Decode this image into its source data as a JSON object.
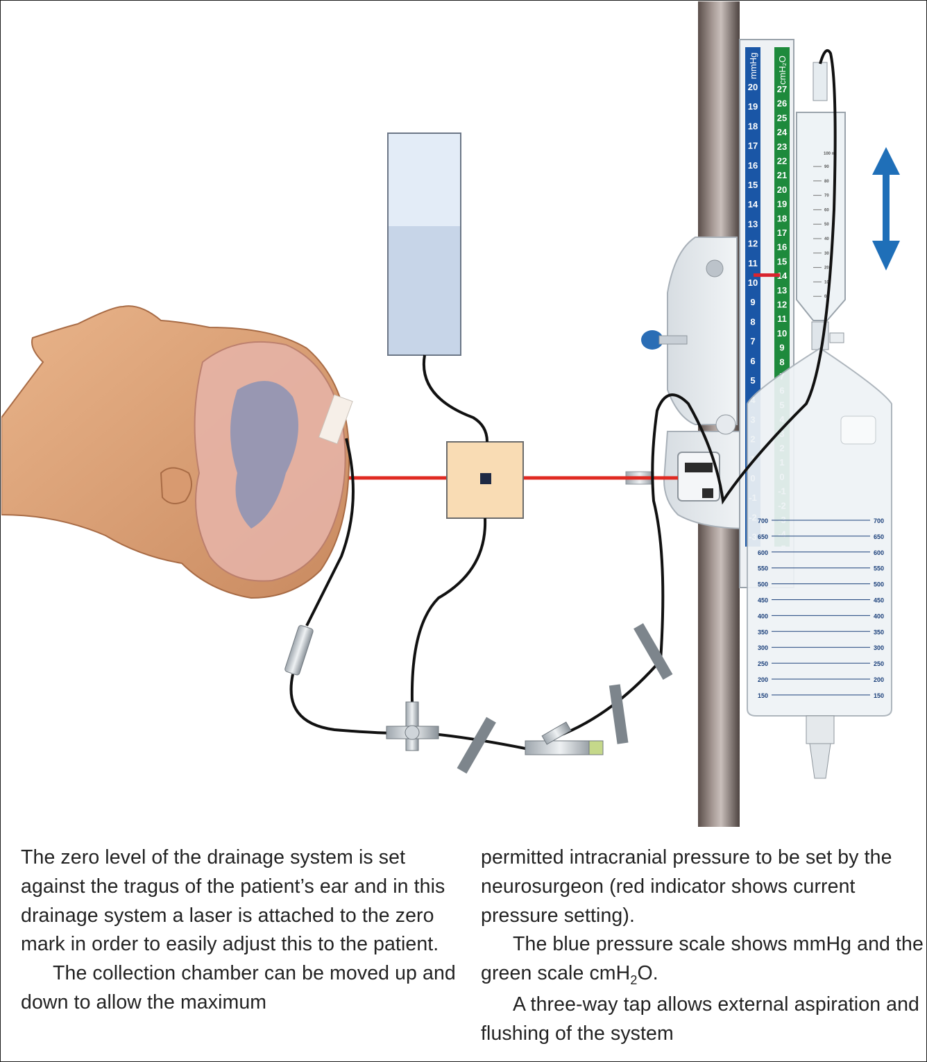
{
  "scales": {
    "mmhg": {
      "unit": "mmHg",
      "color": "#1a56a6",
      "values": [
        "20",
        "19",
        "18",
        "17",
        "16",
        "15",
        "14",
        "13",
        "12",
        "11",
        "10",
        "9",
        "8",
        "7",
        "6",
        "5",
        "4",
        "3",
        "2",
        "1",
        "0",
        "-1",
        "-2",
        "-3"
      ]
    },
    "cmh2o": {
      "unit": "cmH₂O",
      "color": "#1e8a3c",
      "values": [
        "27",
        "26",
        "25",
        "24",
        "23",
        "22",
        "21",
        "20",
        "19",
        "18",
        "17",
        "16",
        "15",
        "14",
        "13",
        "12",
        "11",
        "10",
        "9",
        "8",
        "7",
        "6",
        "5",
        "4",
        "3",
        "2",
        "1",
        "0",
        "-1",
        "-2",
        "-3",
        "-4",
        "-5"
      ]
    },
    "indicator_color": "#d9232e",
    "current_setting_cmh2o": 14
  },
  "chamber_scale": {
    "unit": "100 ml",
    "values": [
      "90",
      "80",
      "70",
      "60",
      "50",
      "40",
      "30",
      "20",
      "10",
      "0"
    ]
  },
  "bag_scale": {
    "values": [
      "700",
      "650",
      "600",
      "550",
      "500",
      "450",
      "400",
      "350",
      "300",
      "250",
      "200",
      "150"
    ]
  },
  "laser_color": "#e02a22",
  "arrow_color": "#1f6fb8",
  "caption": {
    "left": {
      "p1": "The zero level of the drainage system is set against the tragus of the patient’s ear and in this drainage system a laser is attached to the zero mark in order to easily adjust this to the patient.",
      "p2": "The collection chamber can be moved up and down to allow the maximum"
    },
    "right": {
      "p1": "permitted intracranial pressure to be set by the neurosurgeon (red indicator shows current pressure setting).",
      "p2a": "The blue pressure scale shows mmHg and the green scale cmH",
      "p2sub": "2",
      "p2b": "O.",
      "p3": "A three-way tap allows external aspiration and flushing of the system"
    }
  }
}
